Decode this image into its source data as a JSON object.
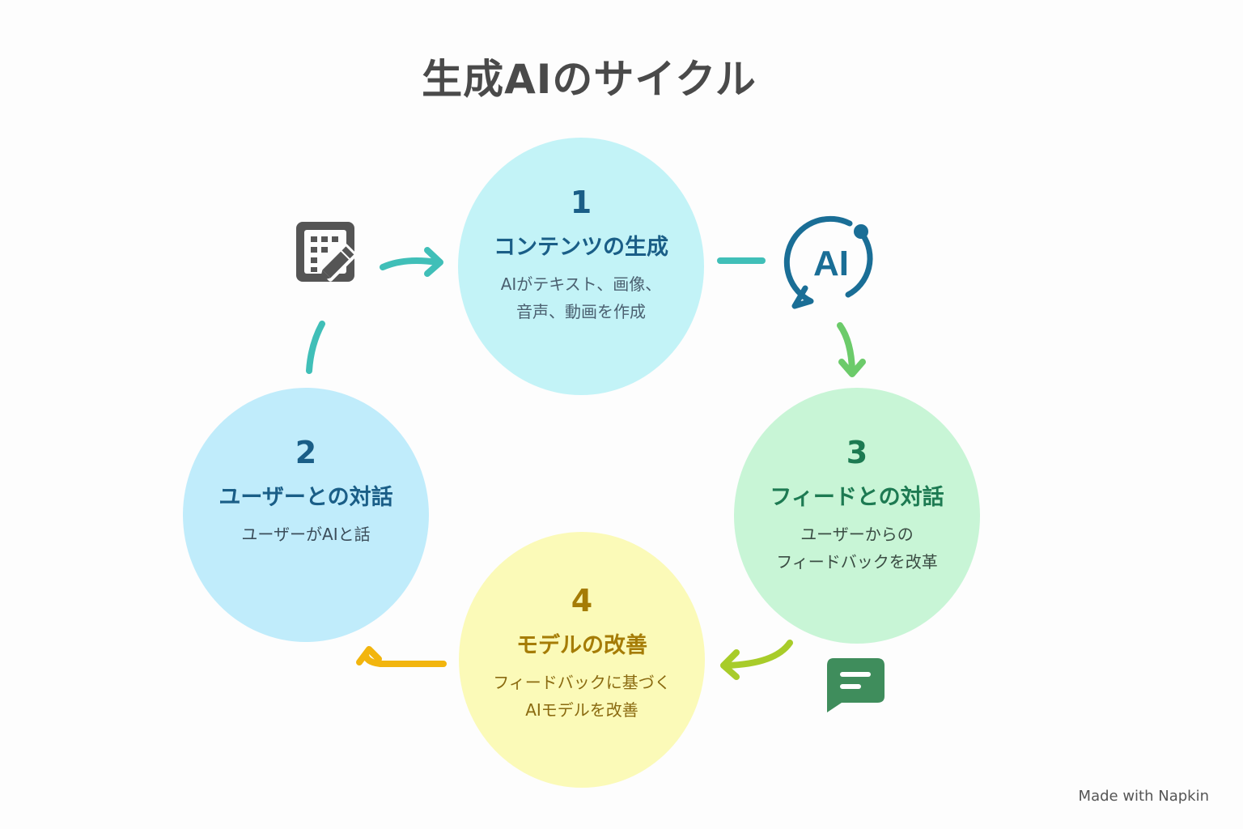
{
  "title": "生成AIのサイクル",
  "nodes": [
    {
      "number": "1",
      "heading": "コンテンツの生成",
      "desc_lines": [
        "AIがテキスト、画像、",
        "音声、動画を作成"
      ]
    },
    {
      "number": "2",
      "heading": "ユーザーとの対話",
      "desc_lines": [
        "ユーザーがAIと話"
      ]
    },
    {
      "number": "3",
      "heading": "フィードとの対話",
      "desc_lines": [
        "ユーザーからの",
        "フィードバックを改革"
      ]
    },
    {
      "number": "4",
      "heading": "モデルの改善",
      "desc_lines": [
        "フィードバックに基づく",
        "AIモデルを改善"
      ]
    }
  ],
  "icons": {
    "content_icon": "document-edit-icon",
    "ai_icon_label": "AI",
    "feedback_icon": "chat-message-icon"
  },
  "colors": {
    "node1": "#c3f3f7",
    "node2": "#c0ecfb",
    "node3": "#c8f5d6",
    "node4": "#fbfab8",
    "arrow_teal": "#40bfb8",
    "arrow_green": "#6ccb6a",
    "arrow_lime": "#a8cc2a",
    "arrow_yellow": "#f2b50e",
    "ai_blue": "#1a6e96",
    "chat_green": "#3f8d5c"
  },
  "footer": "Made with Napkin"
}
